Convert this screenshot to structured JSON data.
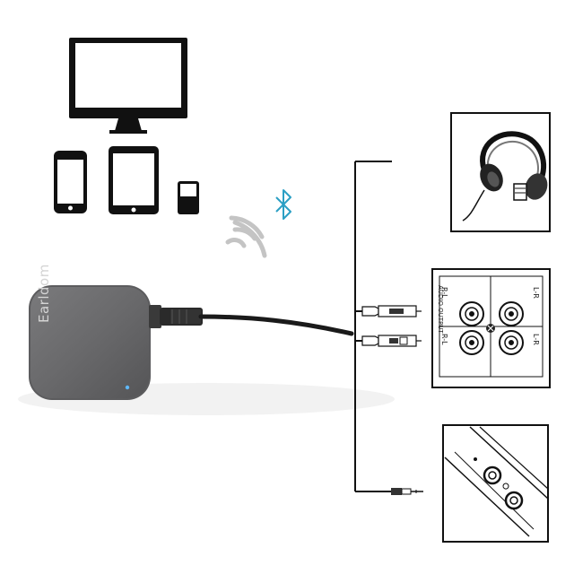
{
  "device": {
    "brand": "Earldom"
  },
  "panel": {
    "label_vertical": "AUDIO OUTPUT",
    "jack_labels": [
      "R-L",
      "L-R",
      "R-L",
      "L-R"
    ]
  },
  "icons": {
    "bluetooth": "bluetooth-icon",
    "wireless": "wireless-signal-icon"
  }
}
